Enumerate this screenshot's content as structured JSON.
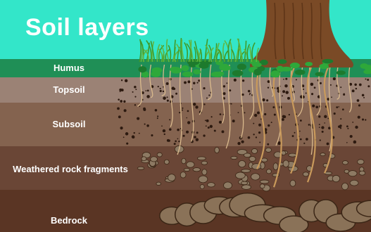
{
  "title": "Soil layers",
  "layers": [
    {
      "label": "Humus",
      "color": "#1f8f56"
    },
    {
      "label": "Topsoil",
      "color": "#9b8275"
    },
    {
      "label": "Subsoil",
      "color": "#84634f"
    },
    {
      "label": "Weathered rock fragments",
      "color": "#6a4636"
    },
    {
      "label": "Bedrock",
      "color": "#5a3524"
    }
  ],
  "colors": {
    "sky": "#33e6c9",
    "grass": "#63b53f",
    "leaves": "#2ea83a",
    "trunk": "#7a4a26",
    "roots": "#d9b98c",
    "rocks": "#8a7258"
  }
}
